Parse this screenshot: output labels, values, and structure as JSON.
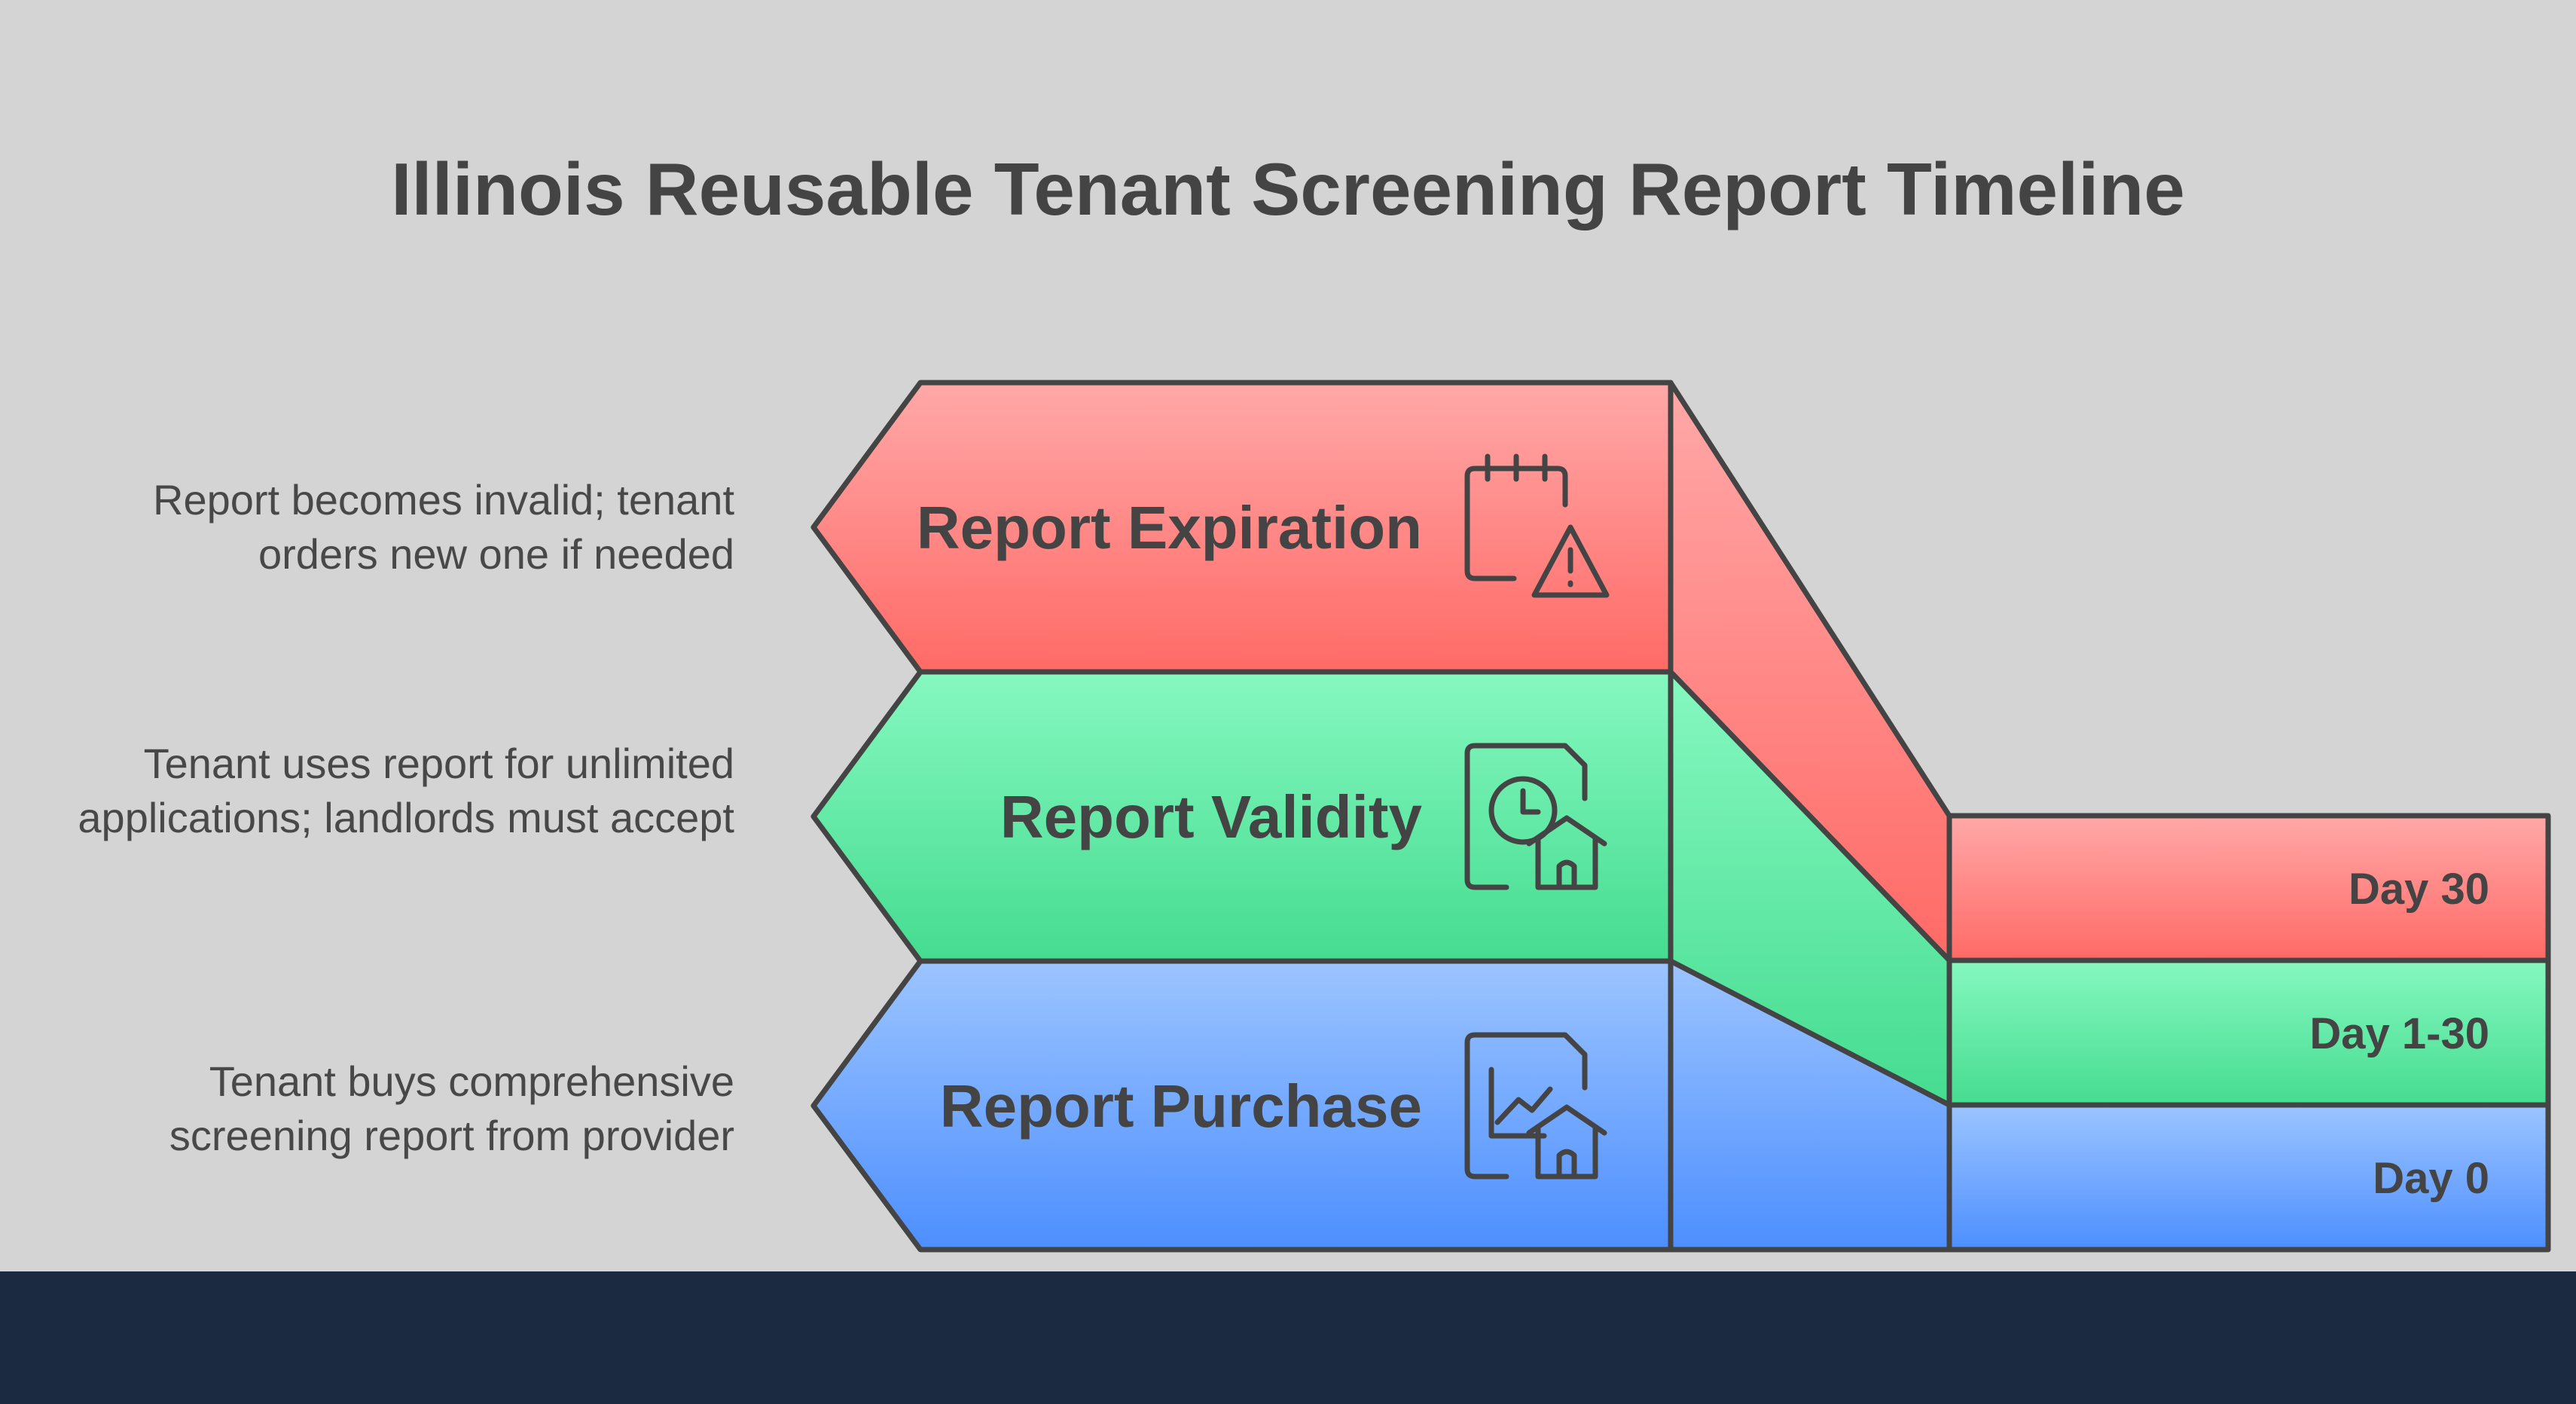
{
  "title": "Illinois Reusable Tenant Screening Report Timeline",
  "stages": [
    {
      "label": "Report Expiration",
      "description": "Report becomes invalid; tenant orders new one if needed",
      "day": "Day 30",
      "icon": "calendar-warning-icon",
      "color_top": "#ffa8a8",
      "color_bottom": "#ff6a66"
    },
    {
      "label": "Report Validity",
      "description": "Tenant uses report for unlimited applications; landlords must accept",
      "day": "Day 1-30",
      "icon": "document-clock-house-icon",
      "color_top": "#86f8c0",
      "color_bottom": "#45dc90"
    },
    {
      "label": "Report Purchase",
      "description": "Tenant buys comprehensive screening report from provider",
      "day": "Day 0",
      "icon": "document-chart-house-icon",
      "color_top": "#9cc4ff",
      "color_bottom": "#4d8fff"
    }
  ],
  "colors": {
    "background": "#d4d4d4",
    "footer": "#1b2a40",
    "text": "#444444"
  }
}
